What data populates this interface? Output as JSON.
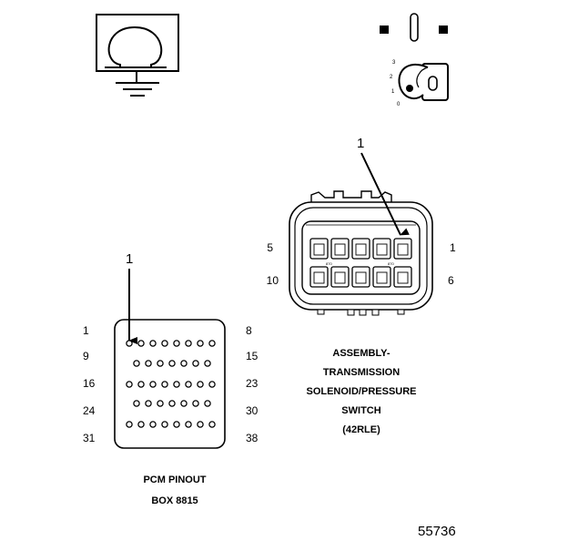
{
  "diagram": {
    "figure_number": "55736",
    "ground_symbol": {
      "icon": "ground-symbol-icon"
    },
    "ignition_key": {
      "icon": "ignition-key-icon",
      "positions": [
        "3",
        "2",
        "1",
        "0"
      ]
    },
    "pcm": {
      "callout": "1",
      "caption_line1": "PCM PINOUT",
      "caption_line2": "BOX 8815",
      "rows": [
        {
          "left": "1",
          "right": "8",
          "pins": 8
        },
        {
          "left": "9",
          "right": "15",
          "pins": 7
        },
        {
          "left": "16",
          "right": "23",
          "pins": 8
        },
        {
          "left": "24",
          "right": "30",
          "pins": 7
        },
        {
          "left": "31",
          "right": "38",
          "pins": 8
        }
      ]
    },
    "connector": {
      "callout": "1",
      "pin_top_left": "5",
      "pin_top_right": "1",
      "pin_bottom_left": "10",
      "pin_bottom_right": "6",
      "caption_lines": [
        "ASSEMBLY-",
        "TRANSMISSION",
        "SOLENOID/PRESSURE",
        "SWITCH",
        "(42RLE)"
      ],
      "cavity_marks": [
        "870",
        "870"
      ]
    }
  }
}
